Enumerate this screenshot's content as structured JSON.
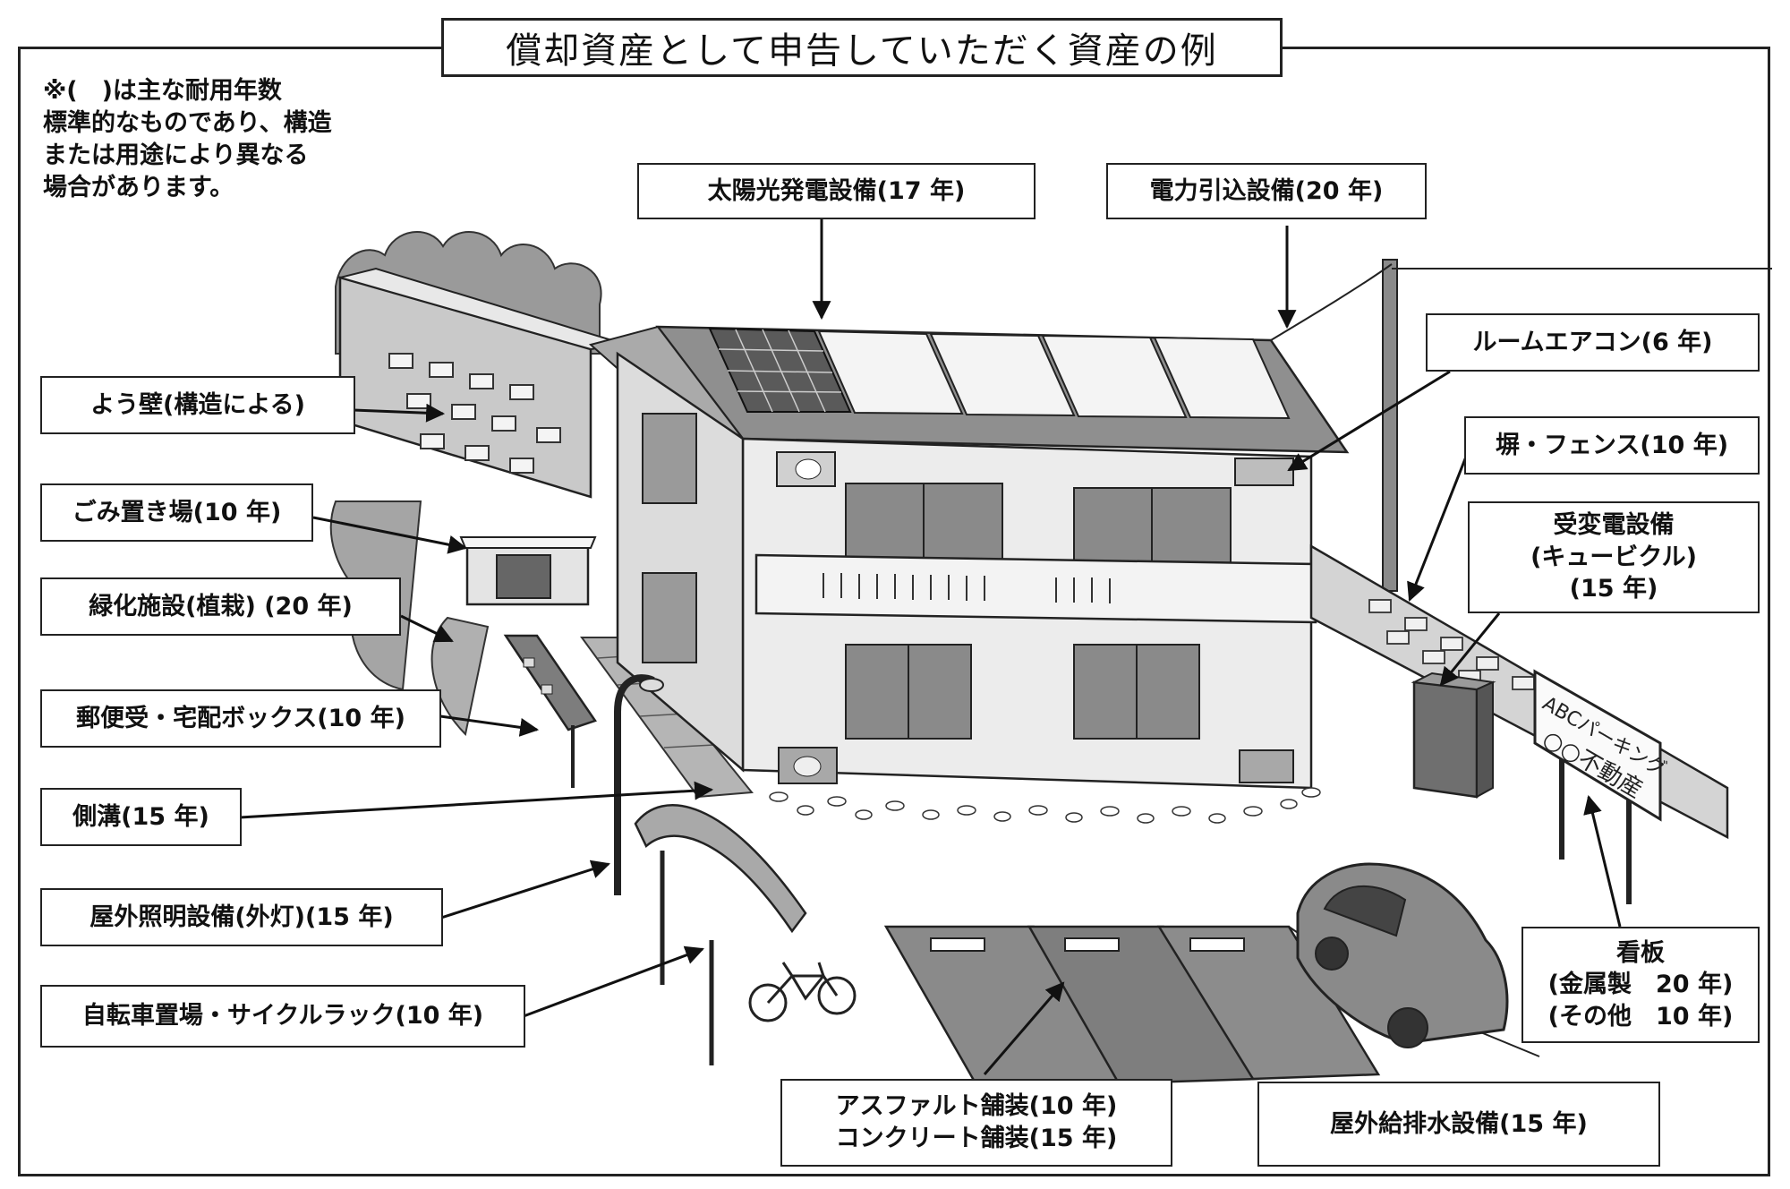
{
  "title": "償却資産として申告していただく資産の例",
  "note": "※(　)は主な耐用年数\n標準的なものであり、構造\nまたは用途により異なる\n場合があります。",
  "sign_text": {
    "line1": "ABCパーキング",
    "line2": "○○不動産"
  },
  "labels": {
    "solar": "太陽光発電設備(17 年)",
    "power": "電力引込設備(20 年)",
    "aircon": "ルームエアコン(6 年)",
    "fence": "塀・フェンス(10 年)",
    "cubicle": "受変電設備\n(キュービクル)\n(15 年)",
    "wall": "よう壁(構造による)",
    "garbage": "ごみ置き場(10 年)",
    "greenery": "緑化施設(植栽) (20 年)",
    "mailbox": "郵便受・宅配ボックス(10 年)",
    "gutter": "側溝(15 年)",
    "lighting": "屋外照明設備(外灯)(15 年)",
    "bicycle": "自転車置場・サイクルラック(10 年)",
    "signboard": "看板\n(金属製　20 年)\n(その他　10 年)",
    "paving": "アスファルト舗装(10 年)\nコンクリート舗装(15 年)",
    "drainage": "屋外給排水設備(15 年)"
  }
}
